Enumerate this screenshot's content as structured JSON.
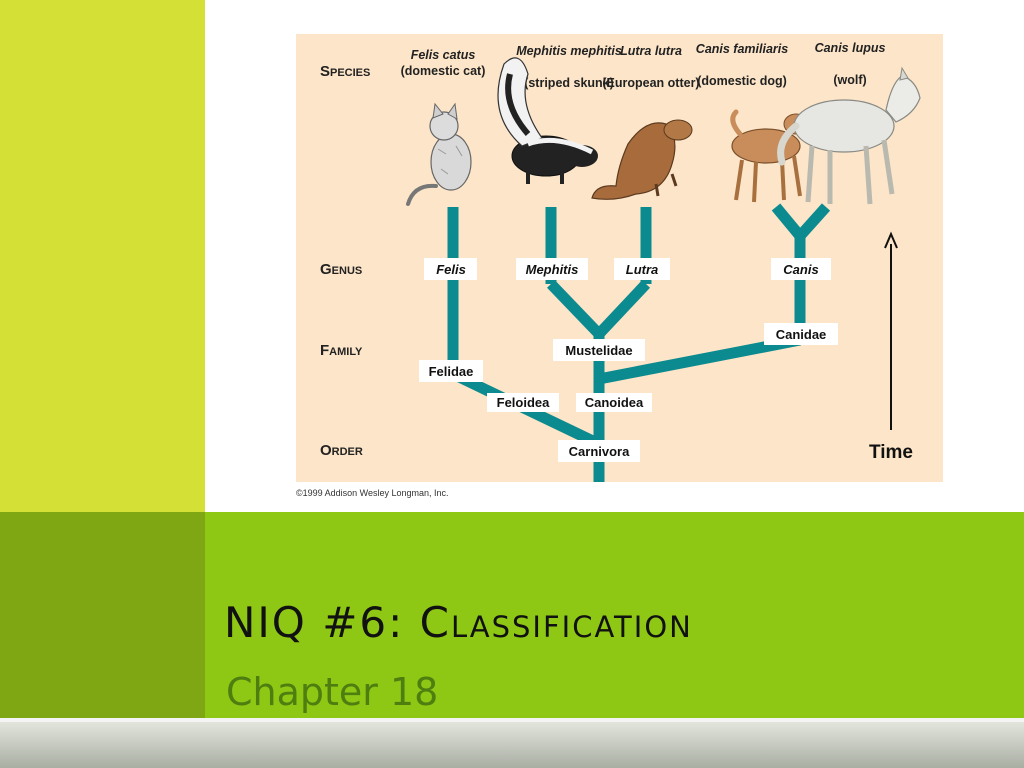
{
  "slide": {
    "title": "NIQ #6: Classification",
    "subtitle": "Chapter 18",
    "colors": {
      "lime": "#d4e036",
      "olive": "#7ea713",
      "green": "#8ec815",
      "subtitle_text": "#4f7e10",
      "diagram_bg": "#fce5c8",
      "branch": "#0b8a8f"
    }
  },
  "diagram": {
    "ranks": {
      "species": "Species",
      "genus": "Genus",
      "family": "Family",
      "order": "Order"
    },
    "species": [
      {
        "sci": "Felis catus",
        "common": "(domestic cat)",
        "icon": "cat-icon"
      },
      {
        "sci": "Mephitis mephitis",
        "common": "(striped skunk)",
        "icon": "skunk-icon"
      },
      {
        "sci": "Lutra lutra",
        "common": "(European otter)",
        "icon": "otter-icon"
      },
      {
        "sci": "Canis familiaris",
        "common": "(domestic dog)",
        "icon": "dog-icon"
      },
      {
        "sci": "Canis lupus",
        "common": "(wolf)",
        "icon": "wolf-icon"
      }
    ],
    "genera": [
      "Felis",
      "Mephitis",
      "Lutra",
      "Canis"
    ],
    "families": [
      "Felidae",
      "Mustelidae",
      "Canidae"
    ],
    "superfamilies": [
      "Feloidea",
      "Canoidea"
    ],
    "order": "Carnivora",
    "time_label": "Time",
    "copyright": "©1999 Addison Wesley Longman, Inc."
  }
}
